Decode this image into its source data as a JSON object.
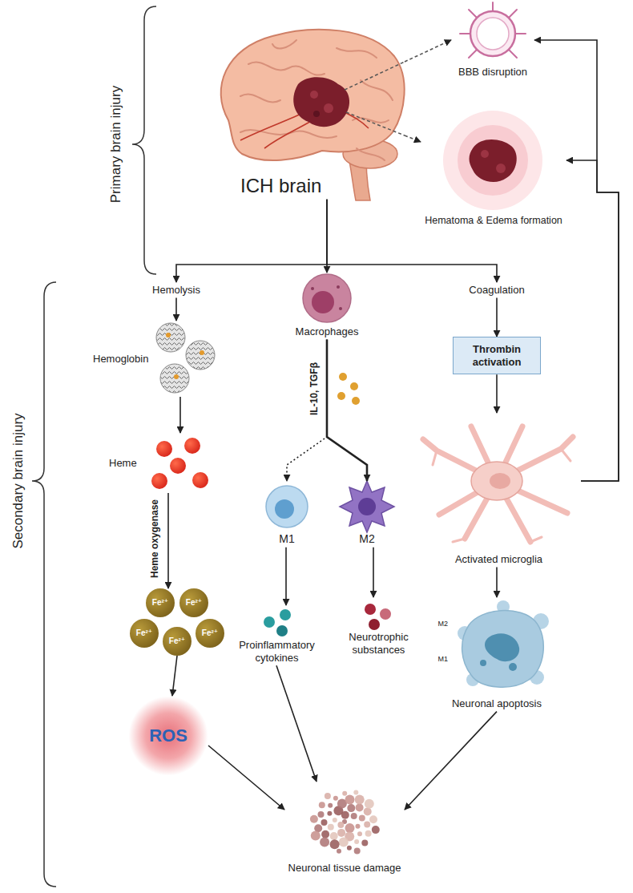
{
  "diagram": {
    "nodes": [
      {
        "text": [
          "ICH brain"
        ]
      },
      {
        "text": [
          "BBB disruption"
        ]
      },
      {
        "text": [
          "Hematoma & Edema formation"
        ]
      },
      {
        "text": [
          "Hemolysis"
        ]
      },
      {
        "text": [
          "Hemoglobin"
        ]
      },
      {
        "text": [
          "Heme"
        ]
      },
      {
        "text": [
          "Fe²⁺"
        ]
      },
      {
        "text": [
          "Fe²⁺"
        ]
      },
      {
        "text": [
          "Fe²⁺"
        ]
      },
      {
        "text": [
          "Fe²⁺"
        ]
      },
      {
        "text": [
          "Fe²⁺"
        ]
      },
      {
        "text": [
          "ROS"
        ]
      },
      {
        "text": [
          "Macrophages"
        ]
      },
      {
        "text": [
          "M1"
        ]
      },
      {
        "text": [
          "M2"
        ]
      },
      {
        "text": [
          "Proinflammatory cytokines"
        ]
      },
      {
        "text": [
          "Neurotrophic substances"
        ]
      },
      {
        "text": [
          "Coagulation"
        ]
      },
      {
        "text": [
          "Thrombin activation"
        ]
      },
      {
        "text": [
          "Activated microglia"
        ]
      },
      {
        "text": [
          "Neuronal apoptosis"
        ]
      },
      {
        "text": [
          "Neuronal tissue damage"
        ]
      }
    ],
    "edges": [
      {
        "from": 0,
        "to": 1,
        "arrow": "to"
      },
      {
        "from": 0,
        "to": 2,
        "arrow": "to"
      },
      {
        "from": 0,
        "to": 3,
        "arrow": "to"
      },
      {
        "from": 0,
        "to": 12,
        "arrow": "to"
      },
      {
        "from": 0,
        "to": 17,
        "arrow": "to"
      },
      {
        "from": 3,
        "to": 4,
        "arrow": "to"
      },
      {
        "from": 4,
        "to": 5,
        "arrow": "to"
      },
      {
        "from": 5,
        "to": 6,
        "label": "Heme oxygenase",
        "arrow": "to"
      },
      {
        "from": 10,
        "to": 11,
        "arrow": "to"
      },
      {
        "from": 11,
        "to": 21,
        "arrow": "to"
      },
      {
        "from": 12,
        "to": 13,
        "arrow": "to"
      },
      {
        "from": 12,
        "to": 14,
        "arrow": "to"
      },
      {
        "from": 13,
        "to": 15,
        "arrow": "to"
      },
      {
        "from": 14,
        "to": 16,
        "arrow": "to"
      },
      {
        "from": 15,
        "to": 21,
        "arrow": "to"
      },
      {
        "from": 17,
        "to": 18,
        "arrow": "to"
      },
      {
        "from": 18,
        "to": 19,
        "arrow": "to"
      },
      {
        "from": 19,
        "to": 20,
        "arrow": "to"
      },
      {
        "from": 20,
        "to": 21,
        "arrow": "to"
      },
      {
        "from": 19,
        "to": 1,
        "arrow": "to"
      },
      {
        "from": 19,
        "to": 2,
        "arrow": "to"
      }
    ],
    "labels": [
      "Primary brain injury",
      "Secondary brain injury",
      "IL-10, TGFβ",
      "M2",
      "M1"
    ]
  }
}
